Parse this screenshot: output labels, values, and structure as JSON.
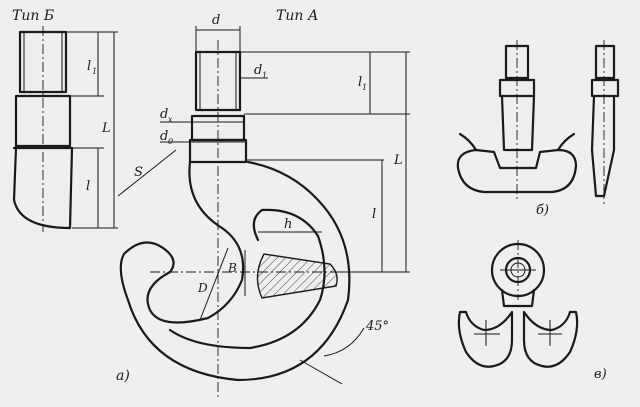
{
  "labels": {
    "type_b": "Тип Б",
    "type_a": "Тип А",
    "d": "d",
    "d1": "d",
    "d1_sub": "1",
    "dx": "d",
    "dx_sub": "x",
    "d0": "d",
    "d0_sub": "0",
    "l1_a": "l",
    "l1_a_sub": "1",
    "L_a": "L",
    "l_a": "l",
    "l1_b": "l",
    "l1_b_sub": "1",
    "L_b": "L",
    "l_b": "l",
    "s": "S",
    "h": "h",
    "b": "B",
    "D": "D",
    "angle": "45°",
    "fig_a": "а)",
    "fig_b": "б)",
    "fig_v": "в)"
  },
  "colors": {
    "ink": "#1a1a1a",
    "paper": "#efefef"
  }
}
